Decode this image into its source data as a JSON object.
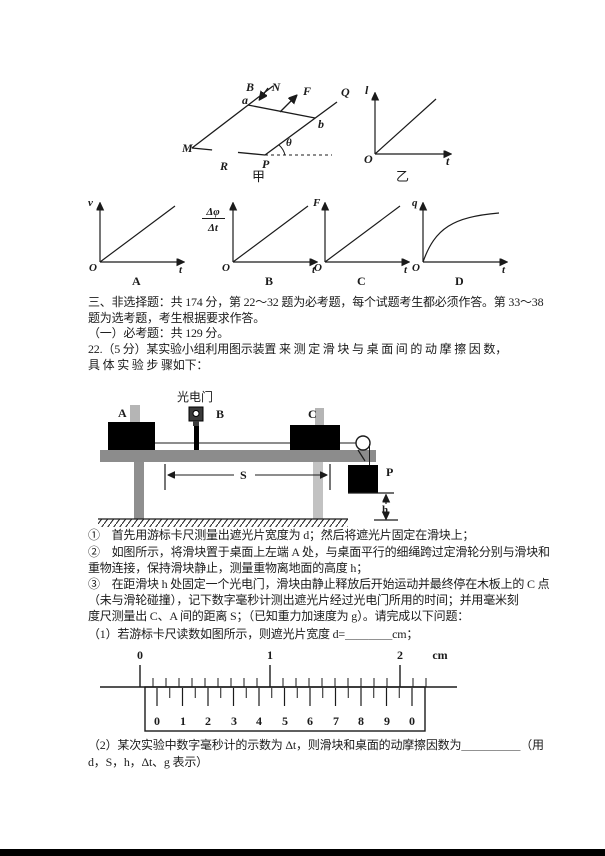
{
  "document": {
    "section_header_1": "三、非选择题：共 174 分，第 22～32 题为必考题，每个试题考生都必须作答。第 33～38",
    "section_header_2": "题为选考题，考生根据要求作答。",
    "subsection": "（一）必考题：共 129 分。",
    "q22_intro_1": "22.（5 分）某实验小组利用图示装置 来 测 定 滑 块 与 桌 面 间 的 动 摩 擦 因 数，",
    "q22_intro_2": "具 体 实 验 步 骤如下：",
    "step_1": "①　首先用游标卡尺测量出遮光片宽度为 d；然后将遮光片固定在滑块上；",
    "step_2a": "②　如图所示，将滑块置于桌面上左端 A 处，与桌面平行的细绳跨过定滑轮分别与滑块和",
    "step_2b": "重物连接，保持滑块静止，测量重物离地面的高度 h；",
    "step_3a": "③　在距滑块 h 处固定一个光电门，滑块由静止释放后开始运动并最终停在木板上的 C 点",
    "step_3b": "（未与滑轮碰撞），记下数字毫秒计测出遮光片经过光电门所用的时间；并用毫米刻",
    "step_3c": "度尺测量出 C、A 间的距离 S；（已知重力加速度为 g）。请完成以下问题：",
    "q1_line": "（1）若游标卡尺读数如图所示，则遮光片宽度 d=＿＿＿＿cm；",
    "q2_line_1": "（2）某次实验中数字毫秒计的示数为 Δt，则滑块和桌面的动摩擦因数为＿＿＿＿＿（用",
    "q2_line_2": "d，S，h，Δt、g 表示）"
  },
  "figure_circuit": {
    "labels": {
      "B": "B",
      "N": "N",
      "F": "F",
      "Q": "Q",
      "M": "M",
      "R": "R",
      "P": "P",
      "a": "a",
      "b": "b",
      "theta": "θ",
      "caption": "甲"
    },
    "graph": {
      "ylabel": "l",
      "xlabel": "t",
      "origin": "O",
      "caption": "乙"
    }
  },
  "option_graphs": {
    "a": {
      "ylabel": "v",
      "xlabel": "t",
      "origin": "O",
      "label": "A"
    },
    "b": {
      "ylabel_num": "Δφ",
      "ylabel_den": "Δt",
      "xlabel": "t",
      "origin": "O",
      "label": "B"
    },
    "c": {
      "ylabel": "F",
      "xlabel": "t",
      "origin": "O",
      "label": "C"
    },
    "d": {
      "ylabel": "q",
      "xlabel": "t",
      "origin": "O",
      "label": "D"
    }
  },
  "apparatus": {
    "photogate": "光电门",
    "point_a": "A",
    "point_b": "B",
    "point_c": "C",
    "weight": "P",
    "distance": "S",
    "height": "h"
  },
  "caliper": {
    "main_labels": [
      "0",
      "1",
      "2"
    ],
    "unit": "cm",
    "vernier_labels": [
      "0",
      "1",
      "2",
      "3",
      "4",
      "5",
      "6",
      "7",
      "8",
      "9",
      "0"
    ]
  }
}
